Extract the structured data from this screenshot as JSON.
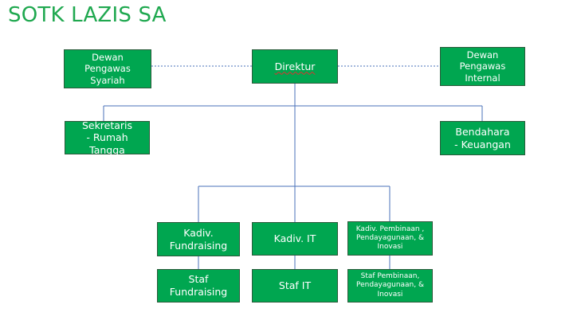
{
  "title": "SOTK LAZIS SA",
  "nodes": {
    "dewan_syariah": "Dewan\nPengawas\nSyariah",
    "direktur": "Direktur",
    "dewan_internal": "Dewan\nPengawas\nInternal",
    "sekretaris": "Sekretaris\n- Rumah Tangga",
    "bendahara": "Bendahara\n- Keuangan",
    "kadiv_fundraising": "Kadiv.\nFundraising",
    "kadiv_it": "Kadiv. IT",
    "kadiv_pembinaan": "Kadiv. Pembinaan ,\nPendayagunaan, &\nInovasi",
    "staf_fundraising": "Staf Fundraising",
    "staf_it": "Staf IT",
    "staf_pembinaan": "Staf Pembinaan,\nPendayagunaan, &\nInovasi"
  },
  "colors": {
    "title": "#1fa84f",
    "box_fill": "#00a650",
    "connector": "#4a72b8"
  }
}
